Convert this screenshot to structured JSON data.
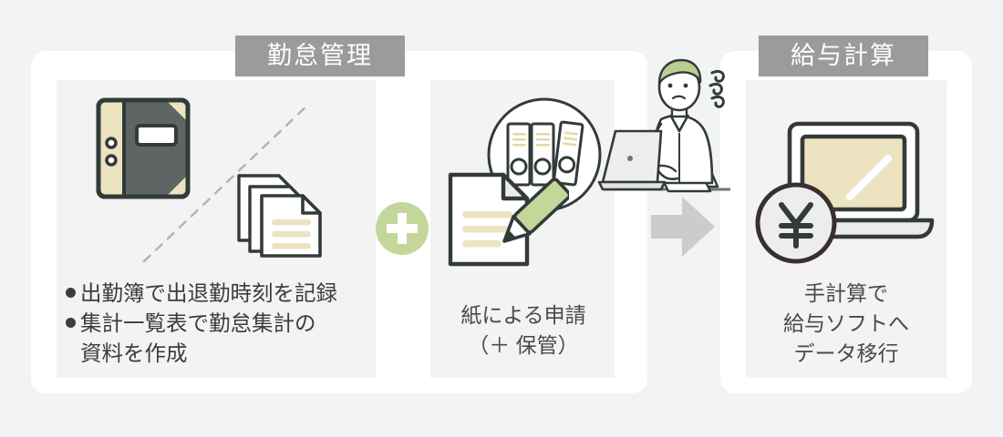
{
  "page": {
    "background_color": "#f2f3f5",
    "card_color": "#ffffff",
    "panel_color": "#f3f3f3"
  },
  "sections": {
    "attendance": {
      "chip_label": "勤怠管理",
      "chip_color": "#9b9b9b",
      "bullets": [
        "出勤簿で出退勤時刻を記録",
        "集計一覧表で勤怠集計の\n資料を作成"
      ],
      "art": {
        "ledger_icon": "attendance-ledger",
        "documents_icon": "stacked-documents",
        "divider": "dashed-diagonal-line"
      }
    },
    "paper": {
      "caption_lines": [
        "紙による申請",
        "（＋ 保管）"
      ],
      "art": {
        "binders_icon": "binder-storage-circle",
        "document_icon": "paper-application",
        "pencil_icon": "green-pencil"
      }
    },
    "payroll": {
      "chip_label": "給与計算",
      "chip_color": "#9b9b9b",
      "caption_lines": [
        "手計算で",
        "給与ソフトへ",
        "データ移行"
      ],
      "art": {
        "laptop_icon": "payroll-laptop",
        "currency_icon": "yen-coin-badge",
        "currency_symbol": "¥"
      }
    }
  },
  "connectors": {
    "plus_badge": {
      "symbol": "+",
      "circle_color": "#c3d79b",
      "icon_name": "plus-badge"
    },
    "flow_arrow": {
      "icon_name": "right-arrow",
      "color": "#cccccc",
      "direction": "right"
    }
  },
  "illustration": {
    "worker": {
      "icon_name": "stressed-worker-at-laptop",
      "hair_color": "#b9cf8e",
      "stress_mark": "frustration-swirl"
    }
  },
  "palette": {
    "ink": "#333a3a",
    "beige": "#ece3c0",
    "beige_dark": "#e6d9a8",
    "green": "#c3d79b",
    "gray_text": "#4a4a4a"
  }
}
